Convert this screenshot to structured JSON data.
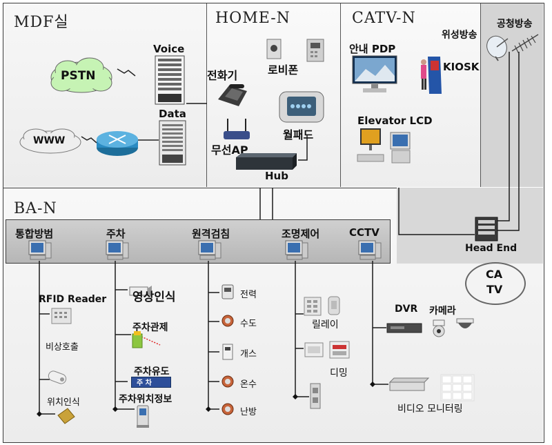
{
  "zones": {
    "mdf": "MDF실",
    "home": "HOME-N",
    "catv": "CATV-N",
    "ba": "BA-N"
  },
  "mdf": {
    "pstn": "PSTN",
    "www": "WWW",
    "voice": "Voice",
    "data": "Data"
  },
  "home": {
    "phone": "전화기",
    "lobby_phone": "로비폰",
    "wireless_ap": "무선AP",
    "wallpad": "월패드",
    "hub": "Hub"
  },
  "catv": {
    "info_pdp": "안내 PDP",
    "kiosk": "KIOSK",
    "elevator_lcd": "Elevator LCD"
  },
  "broadcast": {
    "satellite": "위성방송",
    "terrestrial": "공청방송",
    "head_end": "Head End",
    "catv_line1": "CA",
    "catv_line2": "TV"
  },
  "ba": {
    "systems": [
      "통합방범",
      "주차",
      "원격검침",
      "조명제어",
      "CCTV"
    ],
    "security": {
      "rfid": "RFID Reader",
      "emergency": "비상호출",
      "location": "위치인식"
    },
    "parking": {
      "recognition": "영상인식",
      "control": "주차관제",
      "guide": "주차유도",
      "position": "주차위치정보",
      "sign_text": "주 차"
    },
    "metering": [
      "전력",
      "수도",
      "개스",
      "온수",
      "난방"
    ],
    "lighting": {
      "relay": "릴레이",
      "dimming": "디밍"
    },
    "cctv": {
      "dvr": "DVR",
      "camera": "카메라",
      "monitoring": "비디오 모니터링"
    }
  },
  "colors": {
    "border": "#3a3a3a",
    "ba_bar": "#bdbdbd",
    "catv_side": "#cfcfcf",
    "network_orange": "#1a1a1a"
  }
}
